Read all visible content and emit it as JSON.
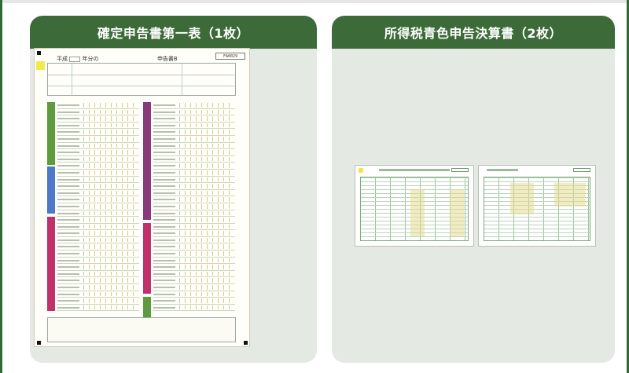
{
  "panels": {
    "left": {
      "title": "確定申告書第一表（1枚）"
    },
    "right": {
      "title": "所得税青色申告決算書（2枚）"
    }
  },
  "form1": {
    "era": "平成",
    "year_suffix": "年分の",
    "doc_name": "申告書B",
    "code": "FA0029"
  },
  "colors": {
    "header_green": "#3c6a38",
    "panel_bg": "#e4e9e4",
    "band_income": "#5e9a3e",
    "band_deduction": "#c0306a",
    "band_tax": "#8a3a7a",
    "band_blue": "#4a7ac8"
  }
}
